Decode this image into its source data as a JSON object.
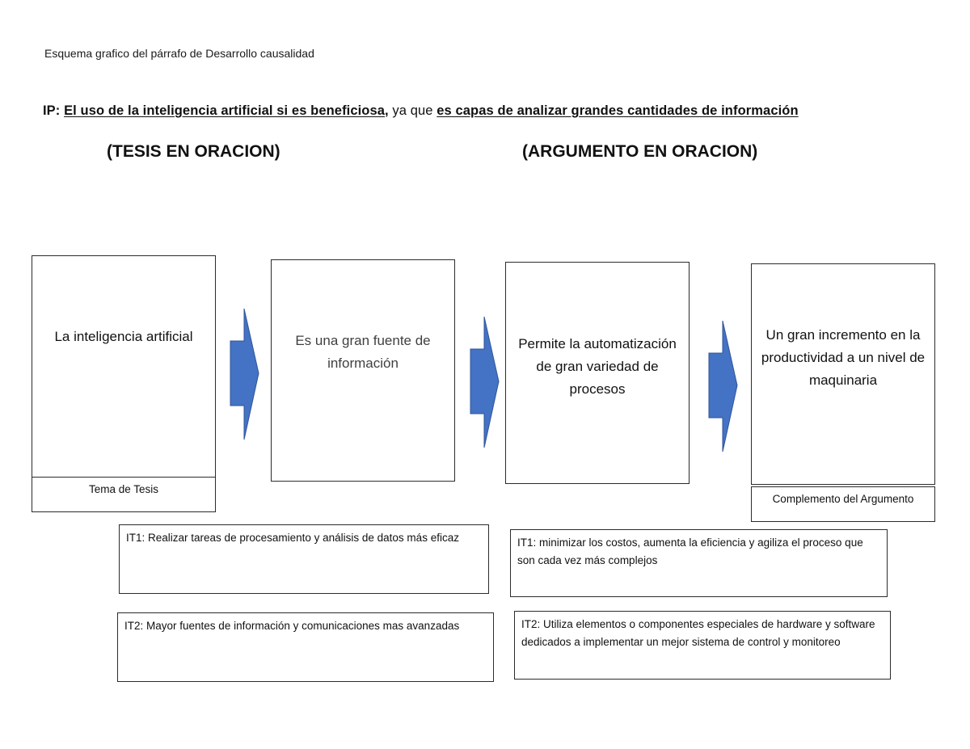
{
  "document": {
    "title": "Esquema grafico del párrafo de Desarrollo causalidad",
    "ip": {
      "label": "IP:",
      "thesis": "El uso de la inteligencia artificial si es beneficiosa",
      "sep1": ",",
      "connector": " ya que ",
      "argument": "es capas de analizar grandes cantidades de información"
    },
    "headings": {
      "thesis": "(TESIS EN ORACION)",
      "argument": "(ARGUMENTO EN ORACION)"
    }
  },
  "flow": {
    "boxes": [
      {
        "text": "La inteligencia artificial",
        "label": "Tema de Tesis"
      },
      {
        "text": "Es una gran fuente de información"
      },
      {
        "text": "Permite la automatización de gran variedad de procesos"
      },
      {
        "text": "Un gran incremento en la productividad a un nivel de maquinaria",
        "label": "Complemento del Argumento"
      }
    ],
    "arrow_color": "#4472C4",
    "arrow_stroke": "#2F5597"
  },
  "ideas": {
    "thesis": [
      {
        "tag": "IT1:",
        "text": " Realizar tareas de procesamiento y análisis de datos más eficaz"
      },
      {
        "tag": "IT2:",
        "text": " Mayor fuentes de información y comunicaciones mas avanzadas"
      }
    ],
    "argument": [
      {
        "tag": "IT1:",
        "text": " minimizar los costos, aumenta la eficiencia y agiliza el proceso que son cada vez más complejos"
      },
      {
        "tag": "IT2:",
        "text": " Utiliza elementos o componentes especiales de hardware y software dedicados a implementar un mejor sistema de control y monitoreo"
      }
    ]
  }
}
